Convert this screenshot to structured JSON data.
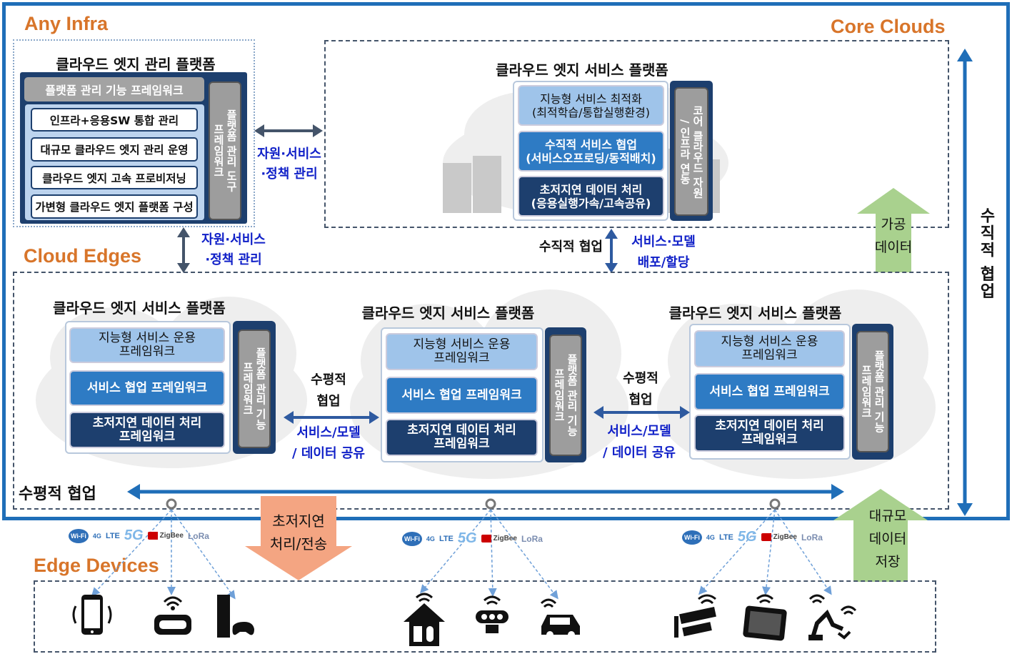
{
  "sections": {
    "any_infra": "Any Infra",
    "core_clouds": "Core Clouds",
    "cloud_edges": "Cloud Edges",
    "edge_devices": "Edge Devices"
  },
  "mgmt": {
    "title": "클라우드 엣지 관리 플랫폼",
    "framework": "플랫폼 관리 기능 프레임워크",
    "items": [
      "인프라+응용SW 통합 관리",
      "대규모 클라우드 엣지 관리 운영",
      "클라우드 엣지 고속 프로비저닝",
      "가변형 클라우드 엣지 플랫폼 구성"
    ],
    "tool": "플랫폼 관리 도구\n프레임워크"
  },
  "core": {
    "title": "클라우드 엣지 서비스 플랫폼",
    "boxes": [
      "지능형 서비스 최적화\n(최적학습/통합실행환경)",
      "수직적 서비스 협업\n(서비스오프로딩/동적배치)",
      "초저지연 데이터 처리\n(응용실행가속/고속공유)"
    ],
    "side": "코어 클라우드 자원\n/ 인프라 연동"
  },
  "edges": [
    {
      "title": "클라우드 엣지 서비스 플랫폼",
      "boxes": [
        "지능형 서비스 운용\n프레임워크",
        "서비스 협업 프레임워크",
        "초저지연 데이터 처리\n프레임워크"
      ],
      "side": "플랫폼 관리 기능\n프레임워크"
    },
    {
      "title": "클라우드 엣지 서비스 플랫폼",
      "boxes": [
        "지능형 서비스 운용\n프레임워크",
        "서비스 협업 프레임워크",
        "초저지연 데이터 처리\n프레임워크"
      ],
      "side": "플랫폼 관리 기능\n프레임워크"
    },
    {
      "title": "클라우드 엣지 서비스 플랫폼",
      "boxes": [
        "지능형 서비스 운용\n프레임워크",
        "서비스 협업 프레임워크",
        "초저지연 데이터 처리\n프레임워크"
      ],
      "side": "플랫폼 관리 기능\n프레임워크"
    }
  ],
  "labels": {
    "mgmt_core": [
      "자원·서비스",
      "·정책 관리"
    ],
    "mgmt_edge": [
      "자원·서비스",
      "·정책 관리"
    ],
    "vertical_collab": "수직적 협업",
    "vertical_deploy": [
      "서비스·모델",
      "배포/할당"
    ],
    "processed_data": [
      "가공",
      "데이터"
    ],
    "vertical_axis": "수직적 협업",
    "horizontal_1": [
      "수평적",
      "협업"
    ],
    "horizontal_share_1": [
      "서비스/모델",
      "/ 데이터 공유"
    ],
    "horizontal_2": [
      "수평적",
      "협업"
    ],
    "horizontal_share_2": [
      "서비스/모델",
      "/ 데이터 공유"
    ],
    "horizontal_bar": "수평적 협업",
    "low_latency": [
      "초저지연",
      "처리/전송"
    ],
    "big_data": [
      "대규모",
      "데이터",
      "저장"
    ]
  },
  "protocols": [
    "Wi-Fi",
    "4G",
    "LTE",
    "5G",
    "ZigBee",
    "LoRa"
  ],
  "device_icons": [
    "smartphone-icon",
    "vr-headset-icon",
    "game-console-icon",
    "smart-home-icon",
    "robot-icon",
    "connected-car-icon",
    "cctv-icon",
    "tablet-icon",
    "robot-arm-icon"
  ],
  "colors": {
    "frame": "#1f6eb8",
    "section": "#d8752a",
    "label_blue": "#1020c8",
    "green_arrow": "#a9d18e",
    "orange_arrow": "#f4a582"
  }
}
